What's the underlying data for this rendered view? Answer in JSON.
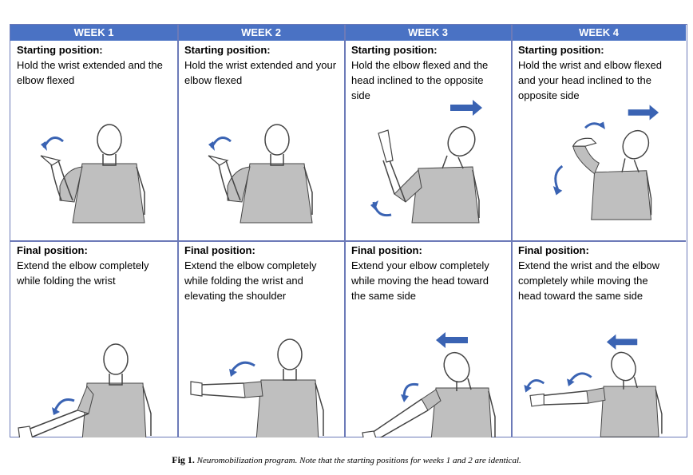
{
  "weeks": [
    "WEEK 1",
    "WEEK 2",
    "WEEK 3",
    "WEEK 4"
  ],
  "start": [
    {
      "title": "Starting position:",
      "text": "Hold the wrist extended and the elbow flexed"
    },
    {
      "title": "Starting position:",
      "text": "Hold the wrist extended and your elbow flexed"
    },
    {
      "title": "Starting position:",
      "text": "Hold the elbow flexed and the head inclined to the opposite side"
    },
    {
      "title": "Starting position:",
      "text": "Hold the wrist and elbow flexed and your head inclined to the opposite side"
    }
  ],
  "final": [
    {
      "title": "Final position:",
      "text": "Extend the elbow completely while folding the wrist"
    },
    {
      "title": "Final position:",
      "text": "Extend the elbow completely while folding the wrist and elevating the shoulder"
    },
    {
      "title": "Final position:",
      "text": "Extend your elbow completely while moving the head toward the same side"
    },
    {
      "title": "Final position:",
      "text": "Extend the wrist and the elbow completely while moving the head toward the same side"
    }
  ],
  "caption": {
    "label": "Fig 1.",
    "text": "Neuromobilization program. Note that the starting positions for weeks 1 and 2 are identical."
  },
  "colors": {
    "header": "#4a72c4",
    "arrow": "#3a63b3",
    "shirt": "#bfbfbf",
    "grid": "#6c7ab8"
  }
}
